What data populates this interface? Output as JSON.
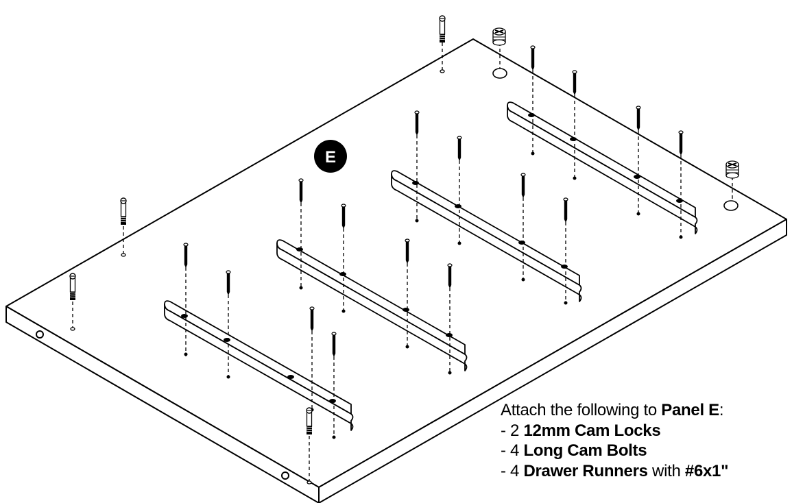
{
  "panel_label": "E",
  "instructions": {
    "intro": "Attach the following to ",
    "intro_panel": "Panel E",
    "intro_end": ":",
    "items": [
      {
        "prefix": "- 2 ",
        "name": "12mm Cam Locks",
        "suffix": "",
        "extra": ""
      },
      {
        "prefix": "- 4 ",
        "name": "Long Cam Bolts",
        "suffix": "",
        "extra": ""
      },
      {
        "prefix": "- 4 ",
        "name": "Drawer Runners",
        "suffix": " with ",
        "extra": "#6x1\""
      }
    ]
  },
  "colors": {
    "ink": "#000000",
    "background": "#ffffff"
  },
  "icons": {
    "cam_lock": "cam-lock-icon",
    "cam_bolt": "cam-bolt-icon",
    "screw": "screw-icon"
  }
}
